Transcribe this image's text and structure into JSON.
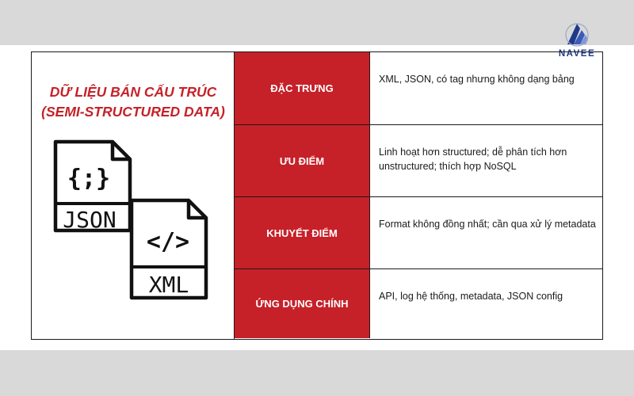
{
  "logo": {
    "text": "NAVEE"
  },
  "title": {
    "line1": "DỮ LIỆU BÁN CẤU TRÚC",
    "line2": "(SEMI-STRUCTURED DATA)"
  },
  "icons": {
    "json_symbol": "{;}",
    "json_label": "JSON",
    "xml_symbol": "</>",
    "xml_label": "XML"
  },
  "rows": [
    {
      "label": "ĐẶC TRƯNG",
      "text": "XML, JSON, có tag nhưng không dạng bảng"
    },
    {
      "label": "ƯU ĐIỂM",
      "text": "Linh hoạt hơn structured; dễ phân tích hơn unstructured; thích hợp NoSQL"
    },
    {
      "label": "KHUYẾT ĐIỂM",
      "text": "Format không đồng nhất; cần qua xử lý metadata"
    },
    {
      "label": "ỨNG DỤNG CHÍNH",
      "text": "API, log hệ thống, metadata, JSON config"
    }
  ],
  "colors": {
    "accent": "#c62128",
    "brand": "#1f3a8a"
  }
}
